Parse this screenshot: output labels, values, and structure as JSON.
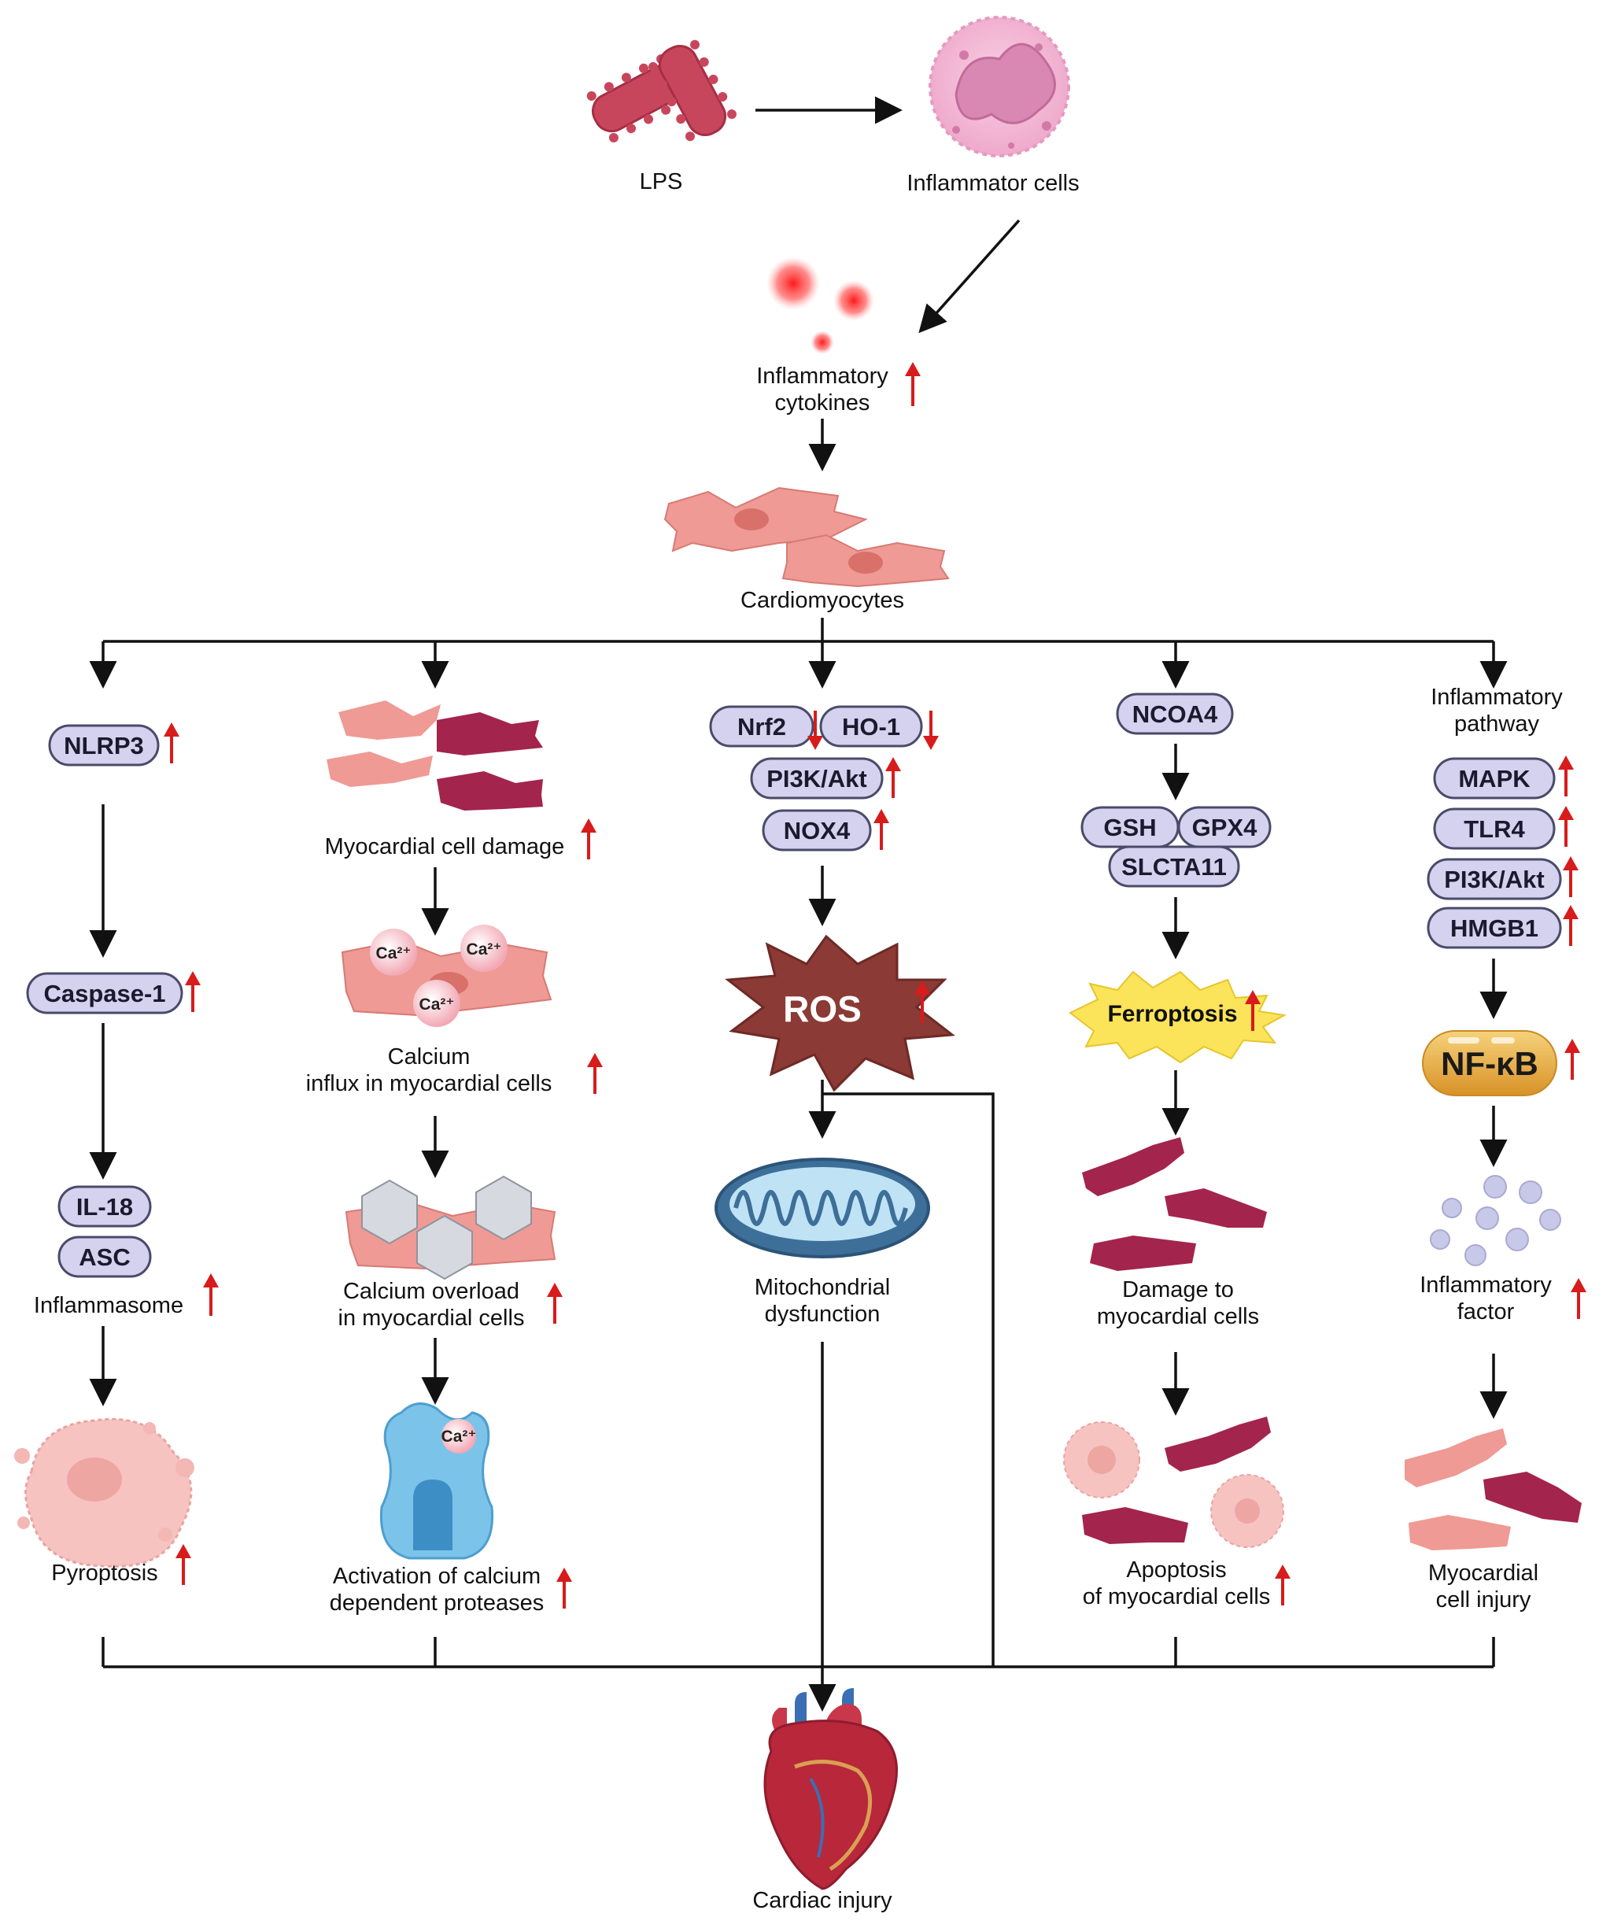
{
  "labels": {
    "lps": "LPS",
    "inflammatory_cells": "Inflammator cells",
    "cytokines_1": "Inflammatory",
    "cytokines_2": "cytokines",
    "cardiomyocytes": "Cardiomyocytes",
    "myocardial_damage": "Myocardial cell damage",
    "calcium_influx_1": "Calcium",
    "calcium_influx_2": "influx in myocardial cells",
    "calcium_overload_1": "Calcium overload",
    "calcium_overload_2": "in myocardial cells",
    "proteases_1": "Activation of calcium",
    "proteases_2": "dependent proteases",
    "inflammasome": "Inflammasome",
    "pyroptosis": "Pyroptosis",
    "mito_1": "Mitochondrial",
    "mito_2": "dysfunction",
    "damage_1": "Damage to",
    "damage_2": "myocardial cells",
    "apoptosis_1": "Apoptosis",
    "apoptosis_2": "of myocardial cells",
    "infl_pathway_1": "Inflammatory",
    "infl_pathway_2": "pathway",
    "infl_factor_1": "Inflammatory",
    "infl_factor_2": "factor",
    "myo_injury_1": "Myocardial",
    "myo_injury_2": "cell injury",
    "cardiac_injury": "Cardiac injury"
  },
  "pills": {
    "nlrp3": "NLRP3",
    "caspase1": "Caspase-1",
    "il18": "IL-18",
    "asc": "ASC",
    "nrf2": "Nrf2",
    "ho1": "HO-1",
    "pi3k_akt": "PI3K/Akt",
    "nox4": "NOX4",
    "ncoa4": "NCOA4",
    "gsh": "GSH",
    "gpx4": "GPX4",
    "slcta11": "SLCTA11",
    "mapk": "MAPK",
    "tlr4": "TLR4",
    "pi3k_akt_2": "PI3K/Akt",
    "hmgb1": "HMGB1"
  },
  "badges": {
    "ros": "ROS",
    "ferroptosis": "Ferroptosis",
    "nfkb": "NF-κB",
    "ca": "Ca²⁺"
  },
  "colors": {
    "pill_fill": "#d4d2ee",
    "pill_stroke": "#4a4a6a",
    "arrow_up": "#d81b1b",
    "ros_fill": "#8b3a35",
    "ferro_fill": "#fbe45a",
    "nfkb_fill": "#e9a93c",
    "cell_light": "#ef9a94",
    "cell_dark": "#a3244c"
  }
}
